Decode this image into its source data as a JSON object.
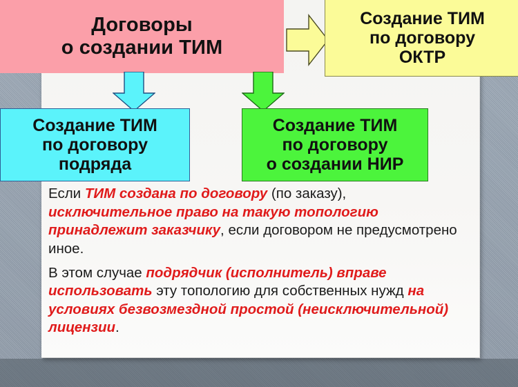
{
  "slide": {
    "background_color": "#717d8a",
    "sheet_color": "#f6f5f3"
  },
  "boxes": {
    "contracts": {
      "name": "contracts-title-box",
      "color": "#fb9fa9",
      "lines": [
        "Договоры",
        "о создании ТИМ"
      ]
    },
    "oktr": {
      "name": "oktr-box",
      "color": "#fbfb98",
      "lines": [
        "Создание ТИМ",
        "по договору",
        "ОКТР"
      ]
    },
    "podryad": {
      "name": "podryad-box",
      "color": "#5bf3fb",
      "lines": [
        "Создание ТИМ",
        "по договору",
        "подряда"
      ]
    },
    "nir": {
      "name": "nir-box",
      "color": "#4cf43c",
      "lines": [
        "Создание ТИМ",
        "по договору",
        "о создании НИР"
      ]
    }
  },
  "arrows": {
    "to_oktr": {
      "direction": "right",
      "color": "#fbfb98"
    },
    "to_podryad": {
      "direction": "down",
      "color": "#5bf3fb"
    },
    "to_nir": {
      "direction": "down",
      "color": "#4cf43c"
    }
  },
  "body": {
    "accent_color": "#e01b1b",
    "paragraphs": [
      [
        {
          "text": "Если ",
          "emphasis": false
        },
        {
          "text": "ТИМ создана по договору",
          "emphasis": true
        },
        {
          "text": " (по заказу), ",
          "emphasis": false
        },
        {
          "text": "исключительное право на такую топологию принадлежит заказчику",
          "emphasis": true
        },
        {
          "text": ", если договором не предусмотрено иное.",
          "emphasis": false
        }
      ],
      [
        {
          "text": "В этом случае ",
          "emphasis": false
        },
        {
          "text": "подрядчик (исполнитель) вправе использовать",
          "emphasis": true
        },
        {
          "text": " эту топологию для собственных нужд ",
          "emphasis": false
        },
        {
          "text": "на условиях безвозмездной простой (неисключительной) лицензии",
          "emphasis": true
        },
        {
          "text": ".",
          "emphasis": false
        }
      ]
    ]
  }
}
